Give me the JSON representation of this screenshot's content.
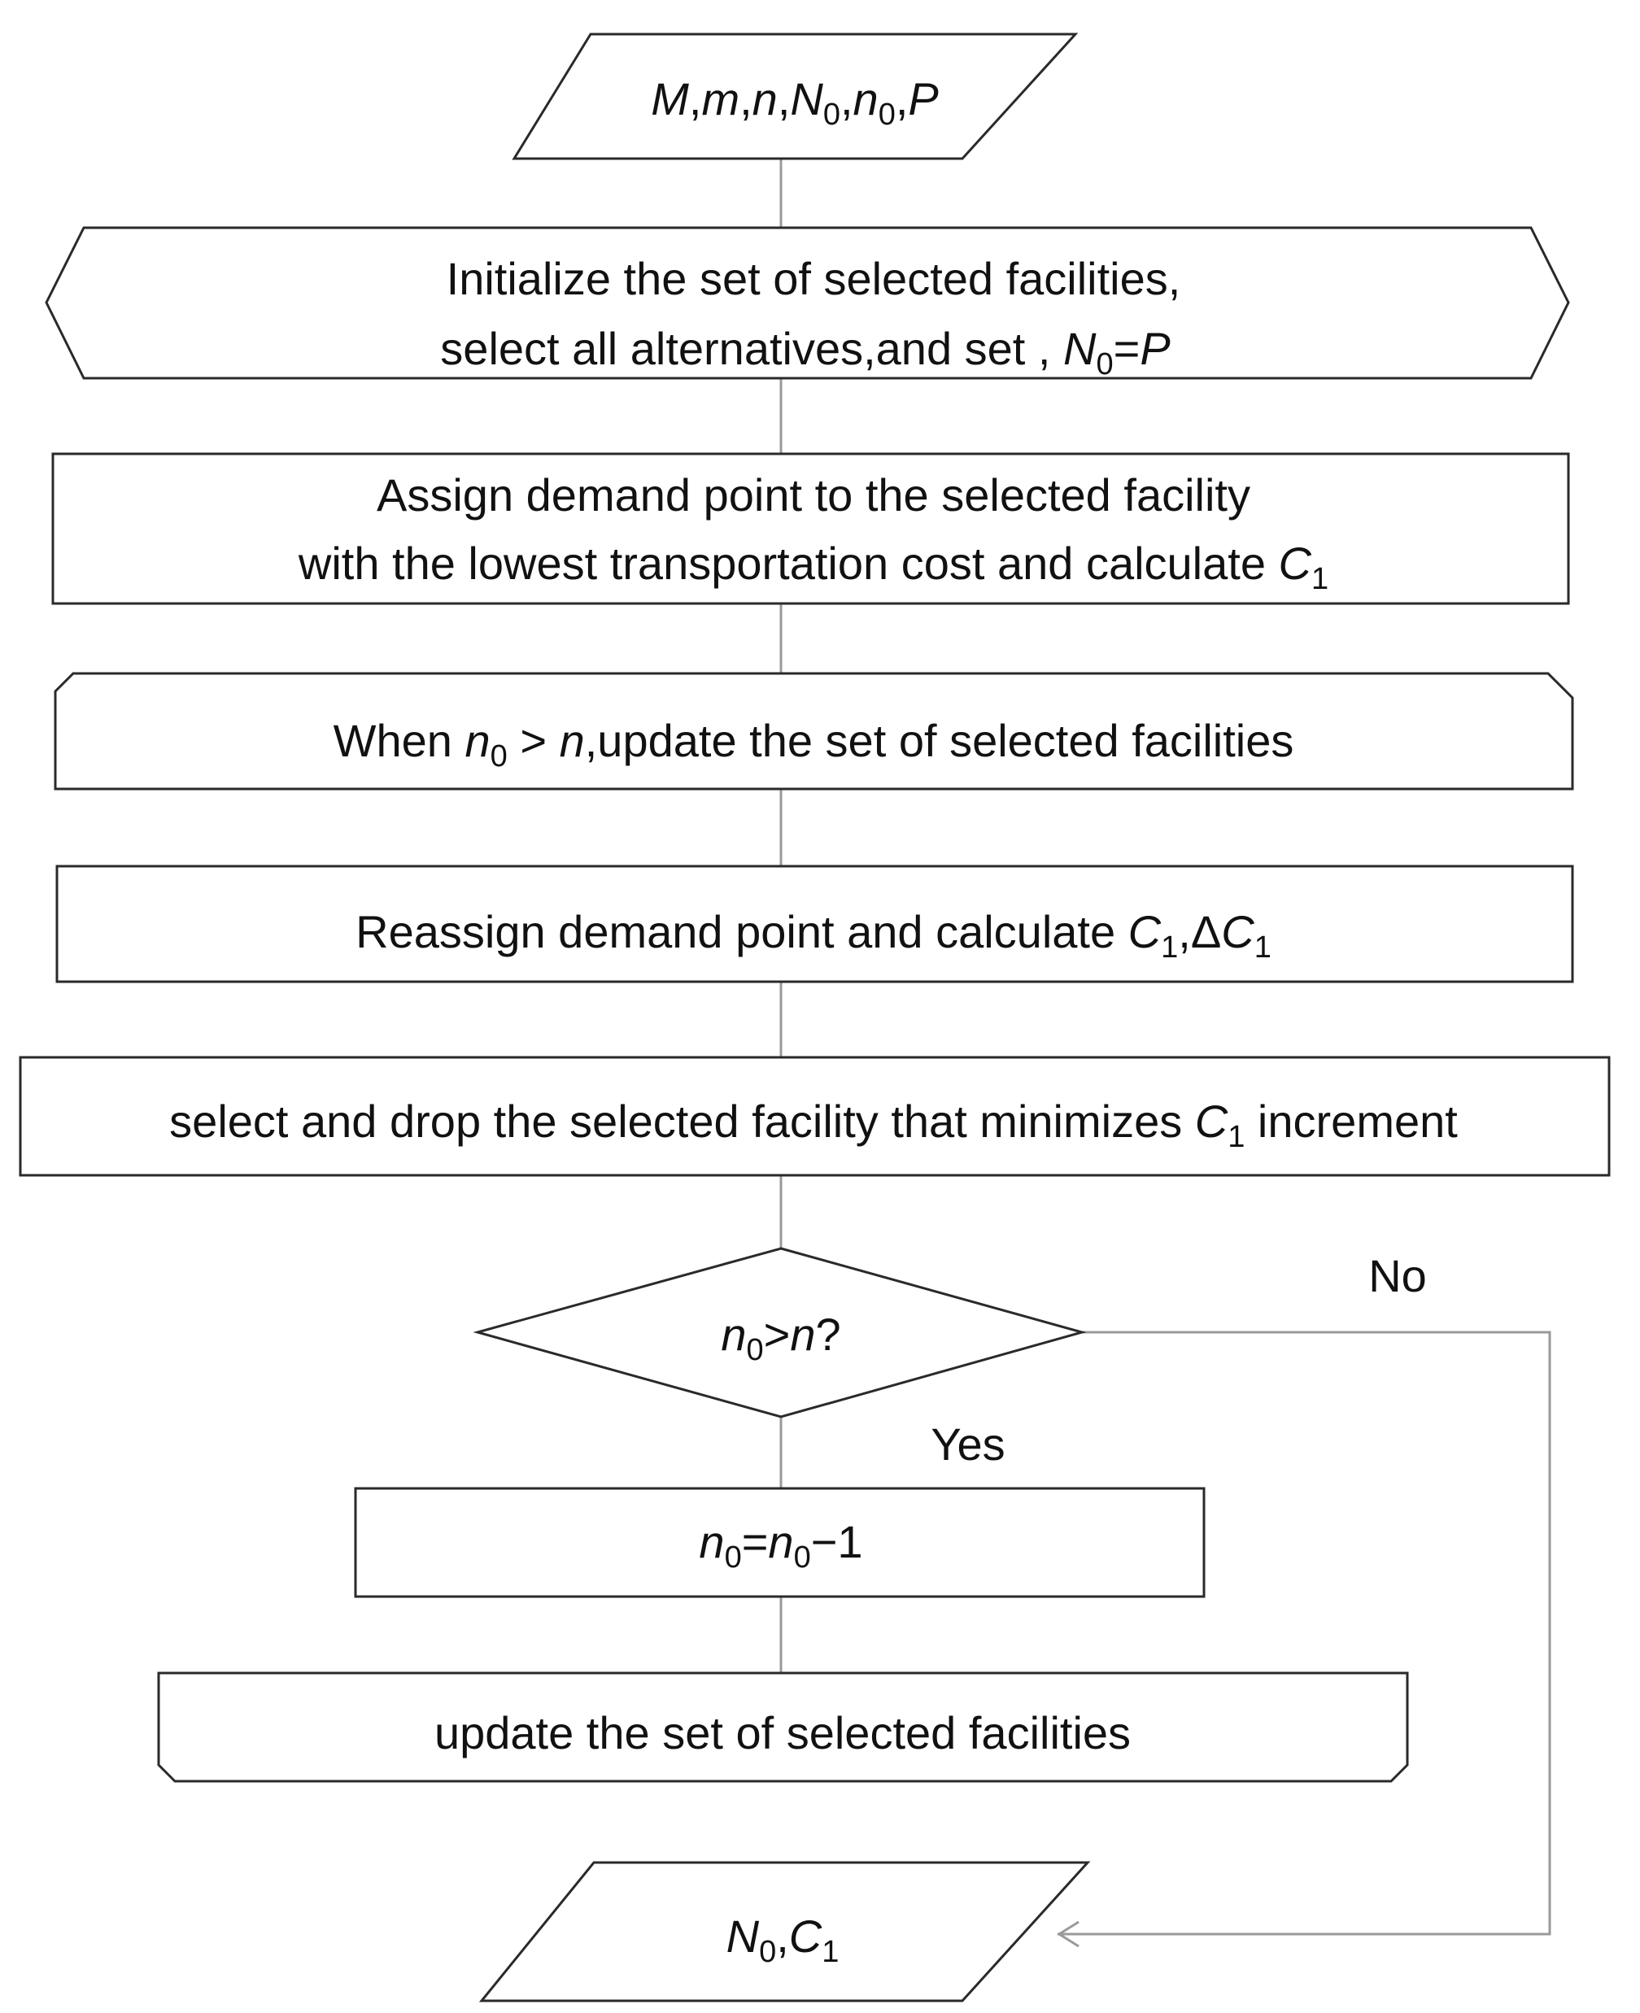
{
  "nodes": {
    "input": {
      "parts": [
        "M",
        ",",
        "m",
        ",",
        "n",
        ",",
        "N",
        "0",
        ",",
        "n",
        "0",
        ",",
        "P"
      ]
    },
    "init": {
      "line1": "Initialize the set of selected facilities,",
      "line2_text": "select  all alternatives,and set , ",
      "line2_parts": [
        "N",
        "0",
        "=",
        "P"
      ]
    },
    "assign": {
      "line1": "Assign  demand point to the selected facility",
      "line2_text": "with the lowest transportation cost and calculate ",
      "line2_parts": [
        "C",
        "1"
      ]
    },
    "update1": {
      "text_a": "When ",
      "parts": [
        "n",
        "0",
        " > ",
        "n"
      ],
      "text_b": ",update the  set of selected facilities"
    },
    "reassign": {
      "text": "Reassign  demand point  and  calculate ",
      "parts": [
        "C",
        "1",
        ",Δ",
        "C",
        "1"
      ]
    },
    "drop": {
      "text_a": "select and drop the selected facility that minimizes  ",
      "parts": [
        "C",
        "1"
      ],
      "text_b": " increment"
    },
    "decision": {
      "parts": [
        "n",
        "0",
        ">",
        "n",
        "?"
      ]
    },
    "decrement": {
      "parts": [
        "n",
        "0",
        "=",
        "n",
        "0",
        "−1"
      ]
    },
    "update2": {
      "text": "update the  set of selected facilities"
    },
    "output": {
      "parts": [
        "N",
        "0",
        ",",
        "C",
        "1"
      ]
    }
  },
  "edges": {
    "yes_label": "Yes",
    "no_label": "No"
  },
  "colors": {
    "stroke": "#2a2a2a",
    "connector": "#9a9a9a",
    "text": "#111111"
  }
}
